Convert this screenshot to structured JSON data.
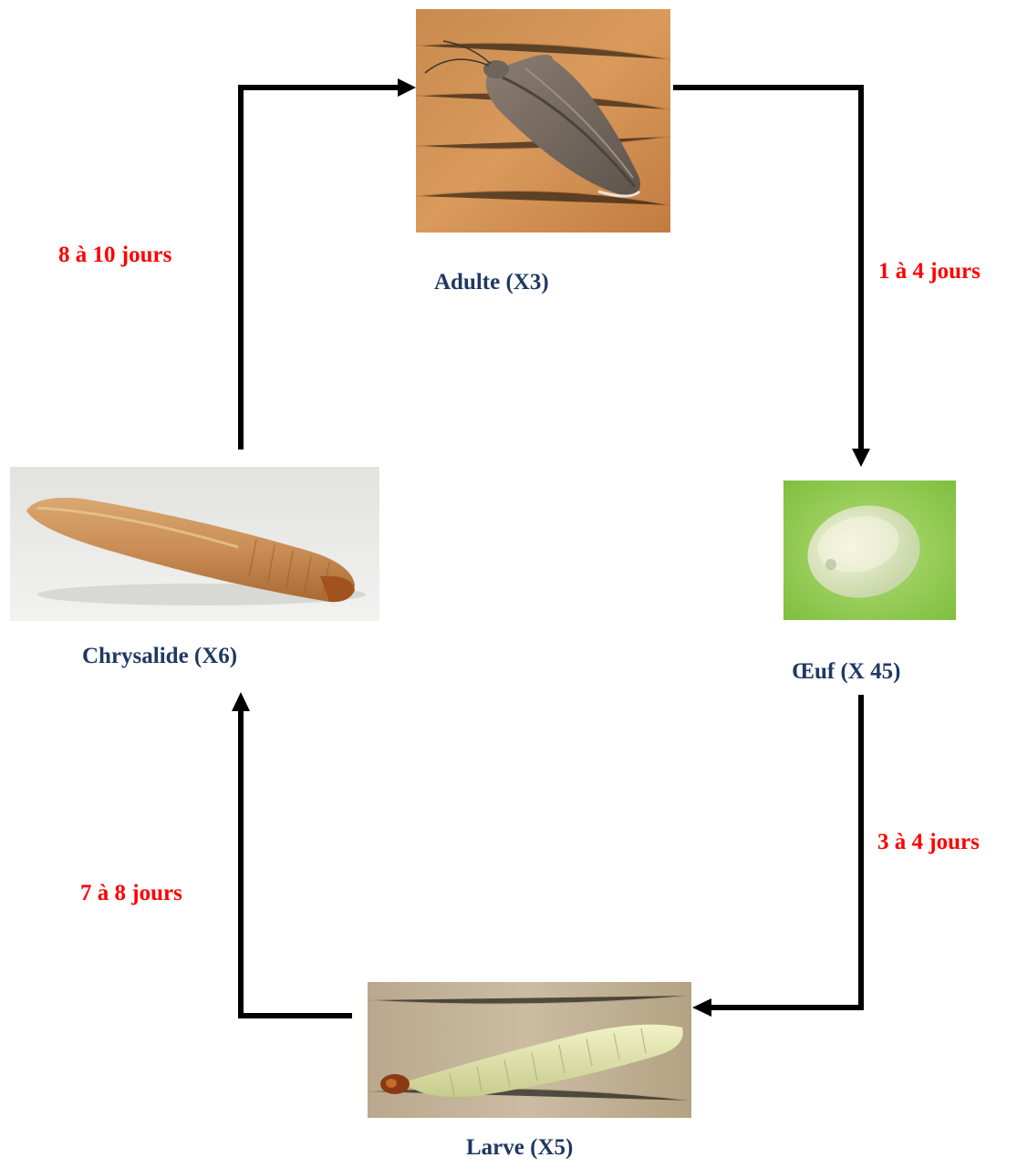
{
  "stages": {
    "adult": {
      "label": "Adulte (X3)",
      "image": "moth-on-wood"
    },
    "egg": {
      "label": "Œuf (X 45)",
      "image": "egg-on-leaf"
    },
    "larva": {
      "label": "Larve (X5)",
      "image": "larva-on-wood"
    },
    "pupa": {
      "label": "Chrysalide (X6)",
      "image": "pupa-on-white"
    }
  },
  "durations": {
    "adult_to_egg": "1 à 4 jours",
    "egg_to_larva": "3 à 4 jours",
    "larva_to_pupa": "7 à 8 jours",
    "pupa_to_adult": "8 à 10 jours"
  },
  "colors": {
    "stage_label": "#1F3864",
    "duration": "#FF0000",
    "arrow": "#000000"
  }
}
